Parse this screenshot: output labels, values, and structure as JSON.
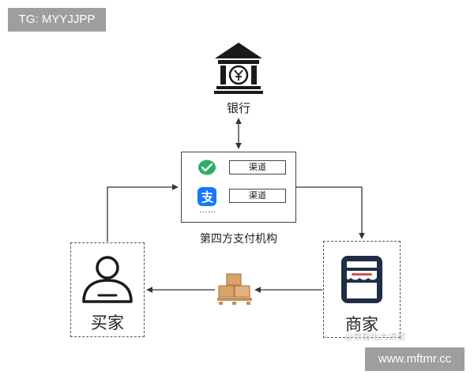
{
  "badges": {
    "top_left": "TG: MYYJJPP",
    "bottom_right": "www.mftmr.cc"
  },
  "nodes": {
    "bank": {
      "label": "银行",
      "icon": "bank-icon"
    },
    "agency": {
      "label": "第四方支付机构",
      "channels": [
        {
          "label": "渠道",
          "icon": "wechat-pay-icon"
        },
        {
          "label": "渠道",
          "icon": "alipay-icon"
        }
      ],
      "more": "……"
    },
    "buyer": {
      "label": "买家",
      "icon": "user-icon"
    },
    "merchant": {
      "label": "商家",
      "icon": "shop-icon"
    },
    "goods": {
      "icon": "boxes-icon"
    }
  },
  "watermark": "@数智化大讲堂",
  "colors": {
    "line": "#333333",
    "wechat_green": "#2aae67",
    "alipay_blue": "#1677ff",
    "shop_navy": "#1f2e46",
    "shop_red": "#d9534f",
    "box_tan": "#d9a36b"
  }
}
